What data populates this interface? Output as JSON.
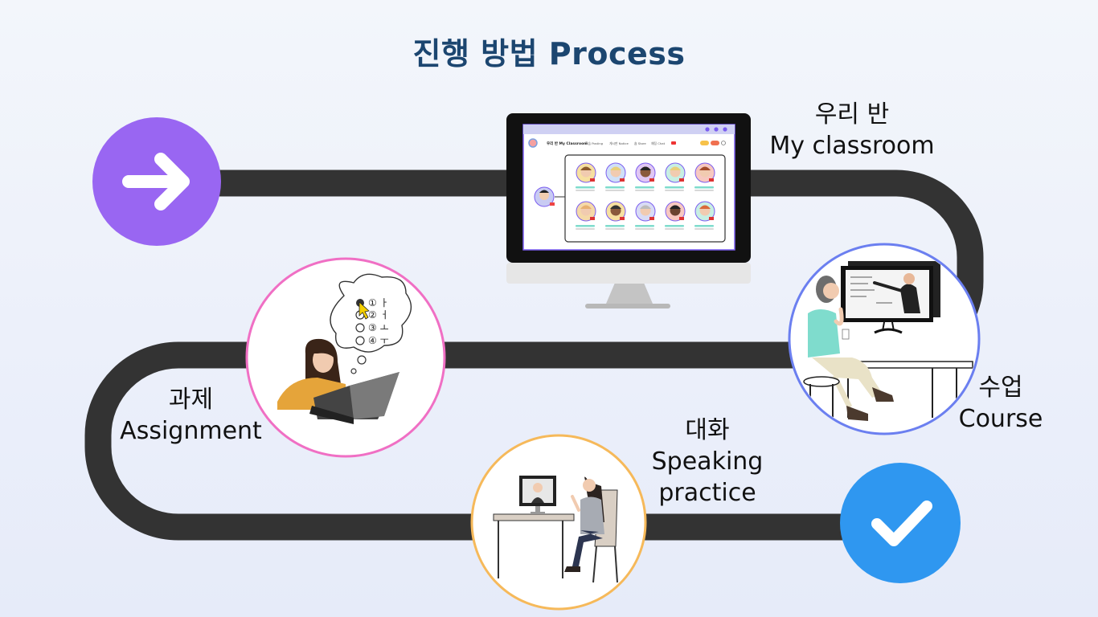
{
  "title": "진행 방법 Process",
  "steps": [
    {
      "ko": "우리 반",
      "en": "My classroom"
    },
    {
      "ko": "수업",
      "en": "Course"
    },
    {
      "ko": "과제",
      "en": "Assignment"
    },
    {
      "ko": "대화",
      "en": "Speaking",
      "en2": "practice"
    }
  ],
  "icons": {
    "start": "arrow-right-icon",
    "end": "checkmark-icon"
  },
  "monitor_ui": {
    "nav_title": "우리 반 My Classroom",
    "nav_items": [
      "학습 Posting",
      "게시판 Notice",
      "숍 Store",
      "채팅 Chat"
    ]
  },
  "quiz": {
    "options": [
      "① ㅏ",
      "② ㅓ",
      "③ ㅗ",
      "④ ㅜ"
    ]
  },
  "colors": {
    "title": "#1c4670",
    "path": "#333333",
    "start_circle": "#9966f2",
    "end_circle": "#2f97f0",
    "monitor_accent": "#7b5df0",
    "course_ring": "#6b7ff0",
    "assignment_ring": "#f06fc4",
    "speaking_ring": "#f6b95a"
  }
}
